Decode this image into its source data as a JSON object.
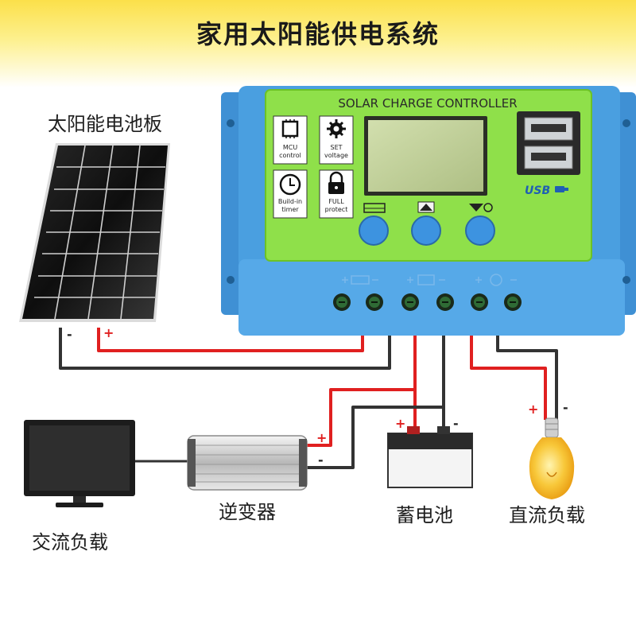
{
  "title": "家用太阳能供电系统",
  "labels": {
    "solar_panel": "太阳能电池板",
    "inverter": "逆变器",
    "battery": "蓄电池",
    "dc_load": "直流负载",
    "ac_load": "交流负载"
  },
  "controller": {
    "title": "SOLAR CHARGE CONTROLLER",
    "usb": "USB",
    "features": [
      {
        "line1": "MCU",
        "line2": "control",
        "icon": "chip-icon"
      },
      {
        "line1": "SET",
        "line2": "voltage",
        "icon": "gear-icon"
      },
      {
        "line1": "Build-in",
        "line2": "timer",
        "icon": "clock-icon"
      },
      {
        "line1": "FULL",
        "line2": "protect",
        "icon": "lock-icon"
      }
    ]
  },
  "polarity": {
    "plus": "+",
    "minus": "-"
  },
  "colors": {
    "banner": "#fbe04a",
    "housing": "#4a9fe0",
    "faceplate": "#8fe04a",
    "button": "#3d93e0",
    "wire_positive": "#e02020",
    "wire_negative": "#333333"
  }
}
